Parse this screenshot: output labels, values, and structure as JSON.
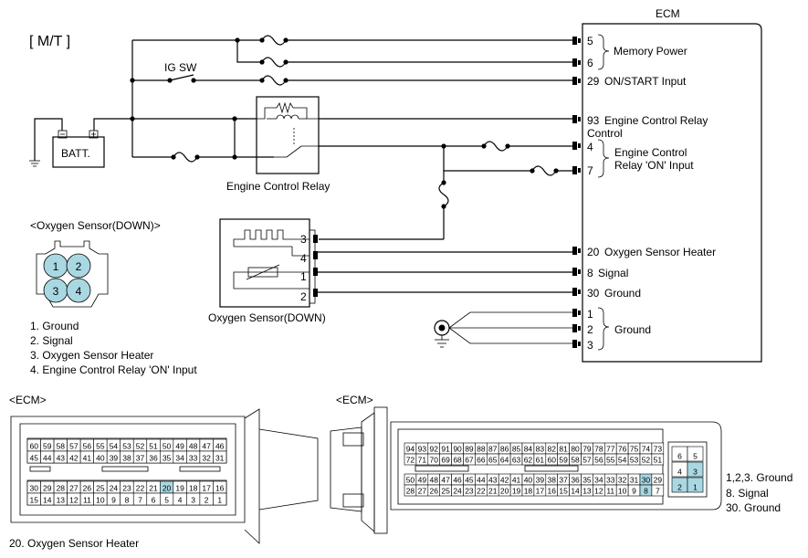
{
  "page_title": "[ M/T ]",
  "ecm": {
    "title": "ECM",
    "pins": [
      {
        "pin": "5",
        "label": ""
      },
      {
        "pin": "6",
        "label": ""
      },
      {
        "pin": "29",
        "label": "ON/START Input"
      },
      {
        "pin": "93",
        "label": "Engine Control Relay"
      },
      {
        "pin": "4",
        "label": ""
      },
      {
        "pin": "7",
        "label": ""
      },
      {
        "pin": "20",
        "label": "Oxygen Sensor Heater"
      },
      {
        "pin": "8",
        "label": "Signal"
      },
      {
        "pin": "30",
        "label": "Ground"
      },
      {
        "pin": "1",
        "label": ""
      },
      {
        "pin": "2",
        "label": ""
      },
      {
        "pin": "3",
        "label": ""
      }
    ],
    "label_control": "Control",
    "group_memory": "Memory Power",
    "group_relay_line1": "Engine Control",
    "group_relay_line2": "Relay 'ON' Input",
    "group_ground": "Ground"
  },
  "ig_sw": "IG SW",
  "battery": "BATT.",
  "relay_label": "Engine Control Relay",
  "sensor": {
    "title": "<Oxygen Sensor(DOWN)>",
    "label": "Oxygen Sensor(DOWN)",
    "connector_pins": [
      "3",
      "4",
      "1",
      "2"
    ],
    "face_pins": [
      "1",
      "2",
      "3",
      "4"
    ],
    "legend": [
      "1. Ground",
      "2. Signal",
      "3. Oxygen Sensor Heater",
      "4. Engine Control Relay 'ON' Input"
    ]
  },
  "connector_left": {
    "title": "<ECM>",
    "rows": [
      [
        "60",
        "59",
        "58",
        "57",
        "56",
        "55",
        "54",
        "53",
        "52",
        "51",
        "50",
        "49",
        "48",
        "47",
        "46"
      ],
      [
        "45",
        "44",
        "43",
        "42",
        "41",
        "40",
        "39",
        "38",
        "37",
        "36",
        "35",
        "34",
        "33",
        "32",
        "31"
      ],
      [
        "30",
        "29",
        "28",
        "27",
        "26",
        "25",
        "24",
        "23",
        "22",
        "21",
        "20",
        "19",
        "18",
        "17",
        "16"
      ],
      [
        "15",
        "14",
        "13",
        "12",
        "11",
        "10",
        "9",
        "8",
        "7",
        "6",
        "5",
        "4",
        "3",
        "2",
        "1"
      ]
    ],
    "highlighted": [
      "20"
    ],
    "caption": "20. Oxygen Sensor Heater"
  },
  "connector_right": {
    "title": "<ECM>",
    "rows": [
      [
        "94",
        "93",
        "92",
        "91",
        "90",
        "89",
        "88",
        "87",
        "86",
        "85",
        "84",
        "83",
        "82",
        "81",
        "80",
        "79",
        "78",
        "77",
        "76",
        "75",
        "74",
        "73"
      ],
      [
        "72",
        "71",
        "70",
        "69",
        "68",
        "67",
        "66",
        "65",
        "64",
        "63",
        "62",
        "61",
        "60",
        "59",
        "58",
        "57",
        "56",
        "55",
        "54",
        "53",
        "52",
        "51"
      ],
      [
        "50",
        "49",
        "48",
        "47",
        "46",
        "45",
        "44",
        "43",
        "42",
        "41",
        "40",
        "39",
        "38",
        "37",
        "36",
        "35",
        "34",
        "33",
        "32",
        "31",
        "30",
        "29"
      ],
      [
        "28",
        "27",
        "26",
        "25",
        "24",
        "23",
        "22",
        "21",
        "20",
        "19",
        "18",
        "17",
        "16",
        "15",
        "14",
        "13",
        "12",
        "11",
        "10",
        "9",
        "8",
        "7"
      ]
    ],
    "small_block": [
      [
        "6",
        "5"
      ],
      [
        "4",
        "3"
      ],
      [
        "2",
        "1"
      ]
    ],
    "highlighted": [
      "30",
      "8",
      "3",
      "2",
      "1"
    ],
    "legend": [
      "1,2,3. Ground",
      "8. Signal",
      "30. Ground"
    ]
  }
}
